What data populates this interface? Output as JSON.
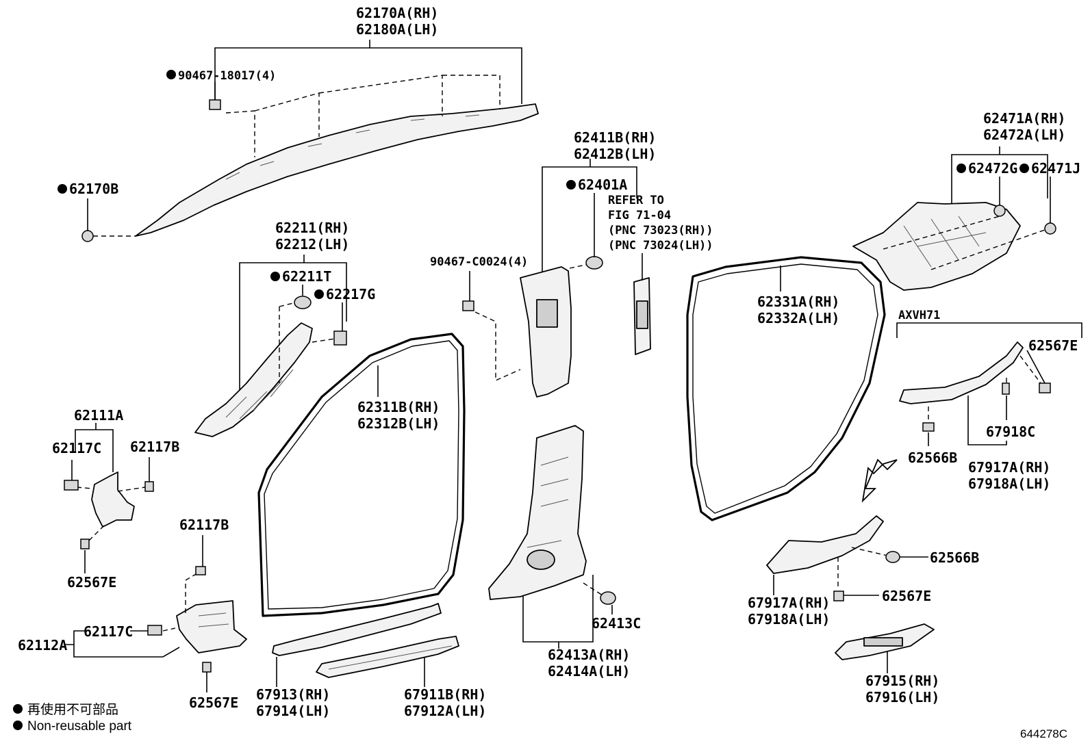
{
  "labels": {
    "l_62170A": "62170A(RH)",
    "l_62180A": "62180A(LH)",
    "l_90467_18017": "90467-18017(4)",
    "l_62170B": "62170B",
    "l_62211": "62211(RH)",
    "l_62212": "62212(LH)",
    "l_62211T": "62211T",
    "l_62217G": "62217G",
    "l_62111A": "62111A",
    "l_62117C_a": "62117C",
    "l_62117B_a": "62117B",
    "l_62567E_a": "62567E",
    "l_62117B_b": "62117B",
    "l_62112A": "62112A",
    "l_62117C_b": "62117C",
    "l_62567E_b": "62567E",
    "l_62311B": "62311B(RH)",
    "l_62312B": "62312B(LH)",
    "l_67913": "67913(RH)",
    "l_67914": "67914(LH)",
    "l_67911B": "67911B(RH)",
    "l_67912A": "67912A(LH)",
    "l_90467_C0024": "90467-C0024(4)",
    "l_62411B": "62411B(RH)",
    "l_62412B": "62412B(LH)",
    "l_62401A": "62401A",
    "l_refer1": "REFER TO",
    "l_refer2": "FIG 71-04",
    "l_refer3": "(PNC 73023(RH))",
    "l_refer4": "(PNC 73024(LH))",
    "l_62413C": "62413C",
    "l_62413A": "62413A(RH)",
    "l_62414A": "62414A(LH)",
    "l_62331A": "62331A(RH)",
    "l_62332A": "62332A(LH)",
    "l_62471A": "62471A(RH)",
    "l_62472A": "62472A(LH)",
    "l_62472G": "62472G",
    "l_62471J": "62471J",
    "l_axvh71": "AXVH71",
    "l_62567E_c": "62567E",
    "l_62566B_a": "62566B",
    "l_67918C": "67918C",
    "l_67917A_a": "67917A(RH)",
    "l_67918A_a": "67918A(LH)",
    "l_62566B_b": "62566B",
    "l_62567E_d": "62567E",
    "l_67917A_b": "67917A(RH)",
    "l_67918A_b": "67918A(LH)",
    "l_67915": "67915(RH)",
    "l_67916": "67916(LH)"
  },
  "legend": {
    "jp": "再使用不可部品",
    "en": "Non-reusable part"
  },
  "figure_number": "644278C"
}
